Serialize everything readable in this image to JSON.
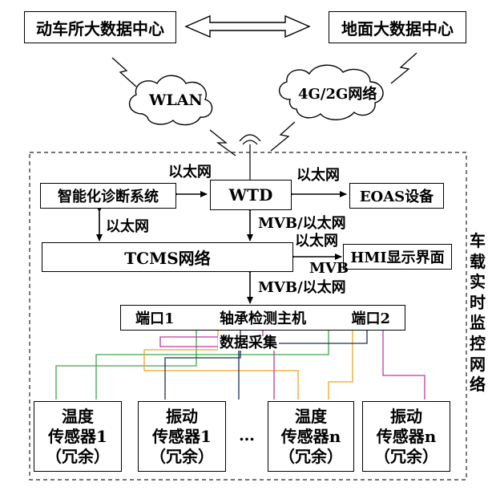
{
  "top": {
    "depot_center": "动车所大数据中心",
    "ground_center": "地面大数据中心"
  },
  "clouds": {
    "wlan": "WLAN",
    "cellular": "4G/2G网络"
  },
  "network": {
    "title": "车载实时监控网络",
    "title_chars": [
      "车",
      "载",
      "实",
      "时",
      "监",
      "控",
      "网",
      "络"
    ],
    "diag_system": "智能化诊断系统",
    "wtd": "WTD",
    "eoas": "EOAS设备",
    "tcms": "TCMS网络",
    "hmi": "HMI显示界面",
    "host": {
      "port1": "端口1",
      "name": "轴承检测主机",
      "port2": "端口2"
    },
    "data_collection": "数据采集",
    "ethernet_top": "以太网",
    "ethernet_right": "以太网",
    "ethernet_left": "以太网",
    "mvb_ethernet_1": "MVB/以太网",
    "ethernet_hmi": "以太网",
    "mvb_hmi": "MVB",
    "mvb_ethernet_2": "MVB/以太网",
    "ellipsis": "…"
  },
  "sensors": [
    {
      "line1": "温度",
      "line2": "传感器1",
      "line3": "（冗余）"
    },
    {
      "line1": "振动",
      "line2": "传感器1",
      "line3": "（冗余）"
    },
    {
      "line1": "温度",
      "line2": "传感器n",
      "line3": "（冗余）"
    },
    {
      "line1": "振动",
      "line2": "传感器n",
      "line3": "（冗余）"
    }
  ],
  "colors": {
    "green": "#3aa64a",
    "orange": "#f2a81c",
    "navy": "#1f2c5a",
    "magenta": "#c0399b",
    "line": "#000000",
    "dashed": "#222222"
  }
}
